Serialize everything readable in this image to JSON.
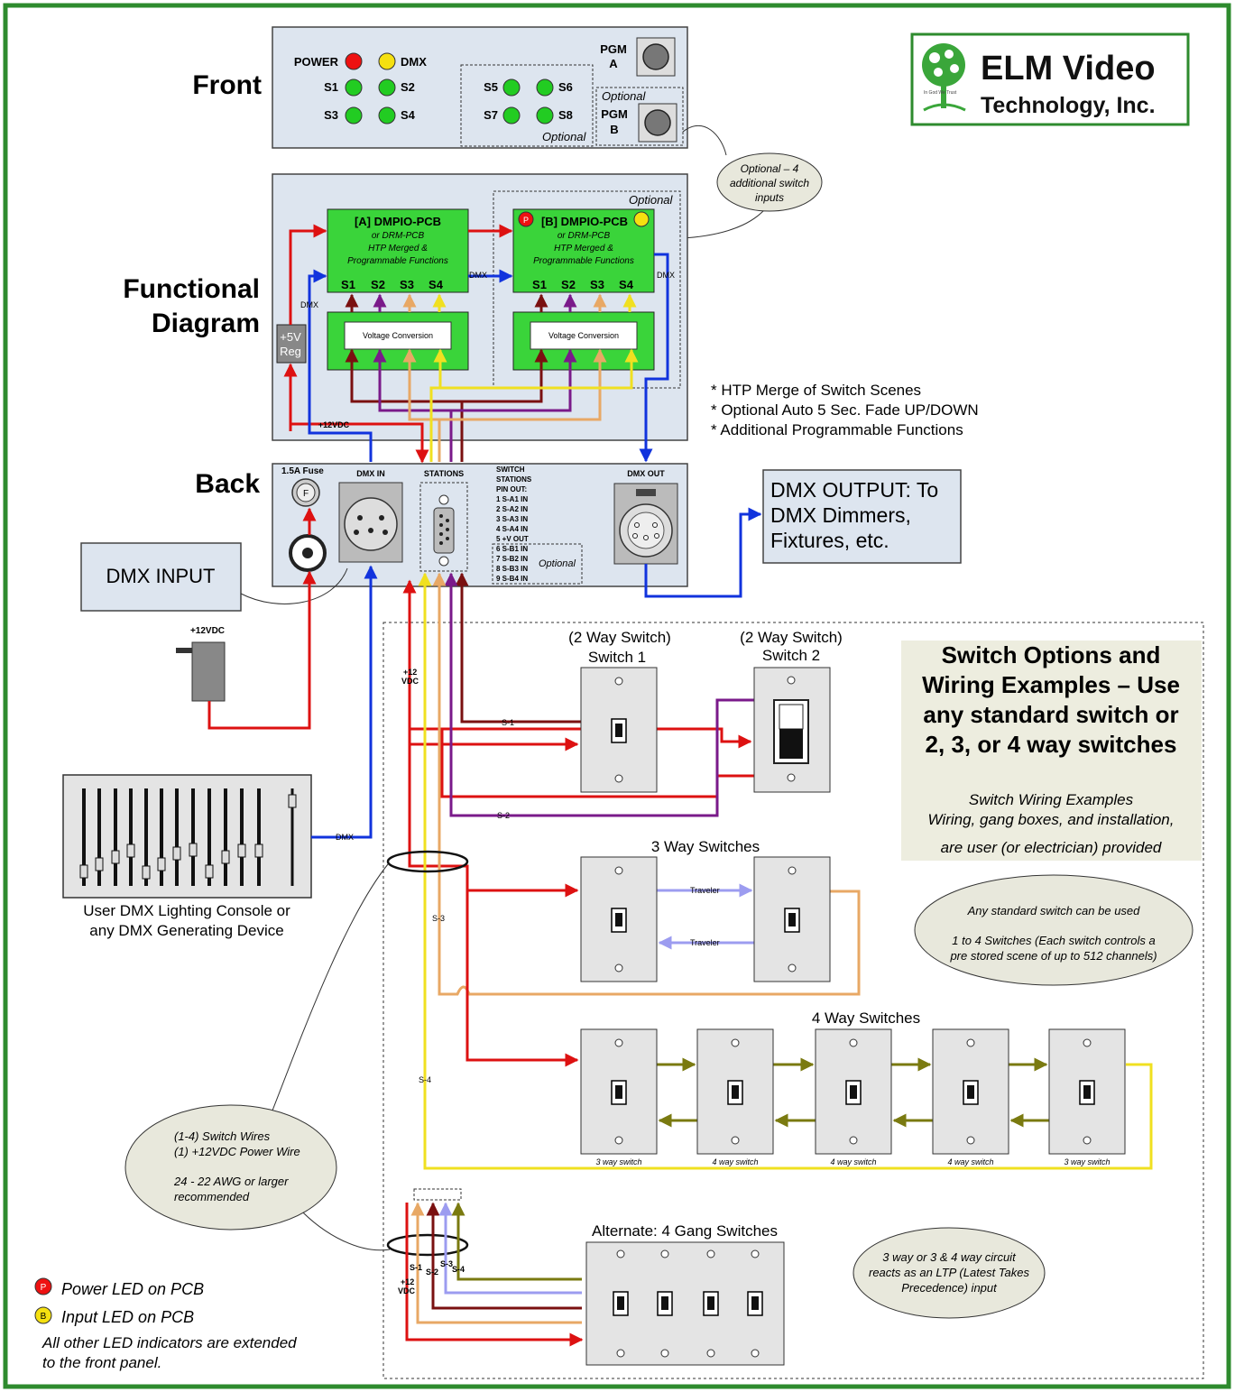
{
  "logo": {
    "line1": "ELM Video",
    "line2": "Technology, Inc.",
    "tagline": "In God We Trust"
  },
  "sections": {
    "front": "Front",
    "functional1": "Functional",
    "functional2": "Diagram",
    "back": "Back"
  },
  "front": {
    "power": "POWER",
    "dmx": "DMX",
    "s1": "S1",
    "s2": "S2",
    "s3": "S3",
    "s4": "S4",
    "s5": "S5",
    "s6": "S6",
    "s7": "S7",
    "s8": "S8",
    "optional": "Optional",
    "pgm": "PGM",
    "a": "A",
    "b": "B"
  },
  "notes": {
    "optional_inputs": [
      "Optional – 4",
      "additional switch",
      "inputs"
    ],
    "features": [
      "* HTP Merge of Switch Scenes",
      "* Optional Auto 5 Sec. Fade UP/DOWN",
      "* Additional Programmable Functions"
    ]
  },
  "functional": {
    "optional": "Optional",
    "pcb_a": "[A] DMPIO-PCB",
    "pcb_b": "[B] DMPIO-PCB",
    "pcb_sub": [
      "or DRM-PCB",
      "HTP Merged &",
      "Programmable Functions"
    ],
    "voltage": "Voltage Conversion",
    "s1": "S1",
    "s2": "S2",
    "s3": "S3",
    "s4": "S4",
    "dmx": "DMX",
    "reg1": "+5V",
    "reg2": "Reg",
    "vdc": "+12VDC",
    "p": "P",
    "b": "B"
  },
  "back": {
    "fuse": "1.5A Fuse",
    "fuse_letter": "F",
    "dmx_in": "DMX IN",
    "stations": "STATIONS",
    "dmx_out": "DMX OUT",
    "pinout": [
      "SWITCH",
      "STATIONS",
      "PIN OUT:",
      "1 S-A1 IN",
      "2 S-A2 IN",
      "3 S-A3 IN",
      "4 S-A4 IN",
      "5 +V OUT",
      "6 S-B1 IN",
      "7 S-B2 IN",
      "8 S-B3 IN",
      "9 S-B4 IN"
    ],
    "optional": "Optional"
  },
  "dmx_input": "DMX INPUT",
  "dmx_output": [
    "DMX OUTPUT: To",
    "DMX Dimmers,",
    "Fixtures, etc."
  ],
  "power_supply": "+12VDC",
  "console": {
    "line1": "User DMX Lighting Console or",
    "line2": "any DMX Generating Device",
    "dmx": "DMX"
  },
  "wire_labels": {
    "vdc1": "+12",
    "vdc2": "VDC",
    "s1": "S-1",
    "s2": "S-2",
    "s3": "S-3",
    "s4": "S-4",
    "traveler": "Traveler"
  },
  "switches": {
    "sw1_type": "(2 Way Switch)",
    "sw1_name": "Switch 1",
    "sw2_type": "(2 Way Switch)",
    "sw2_name": "Switch 2",
    "three_way": "3 Way Switches",
    "four_way": "4 Way Switches",
    "four_way_captions": [
      "3 way switch",
      "4 way switch",
      "4 way switch",
      "4 way switch",
      "3 way switch"
    ],
    "gang": "Alternate: 4 Gang Switches"
  },
  "options_box": {
    "title": [
      "Switch Options and",
      "Wiring Examples – Use",
      "any standard switch or",
      "2, 3, or 4 way switches"
    ],
    "sub": [
      "Switch Wiring Examples",
      "Wiring, gang boxes, and installation,",
      "are user (or electrician) provided"
    ]
  },
  "callouts": {
    "any_switch": [
      "Any standard switch can be used",
      "1 to 4 Switches (Each switch controls a",
      "pre stored scene of up to 512 channels)"
    ],
    "wires": [
      "(1-4) Switch Wires",
      "(1) +12VDC Power Wire",
      "24 - 22 AWG or larger",
      "recommended"
    ],
    "ltp": [
      "3 way or 3 & 4 way circuit",
      "reacts as an LTP (Latest Takes",
      "Precedence) input"
    ]
  },
  "legend": {
    "p_letter": "P",
    "b_letter": "B",
    "power": "Power LED on PCB",
    "input": "Input LED on PCB",
    "note1": "All other LED indicators are extended",
    "note2": "to the front panel."
  },
  "colors": {
    "border": "#2e8b2e",
    "panel": "#dde5ef",
    "pcb": "#3ad43a",
    "red": "#dd1111",
    "blue": "#1133dd",
    "maroon": "#7a1010",
    "purple": "#7a1a8a",
    "tan": "#e8a865",
    "yellow": "#f0e020",
    "lavender": "#9c9cf0",
    "olive": "#7a7a10",
    "led_green": "#22cc22",
    "led_red": "#ee1111",
    "led_yellow": "#f5e010"
  }
}
